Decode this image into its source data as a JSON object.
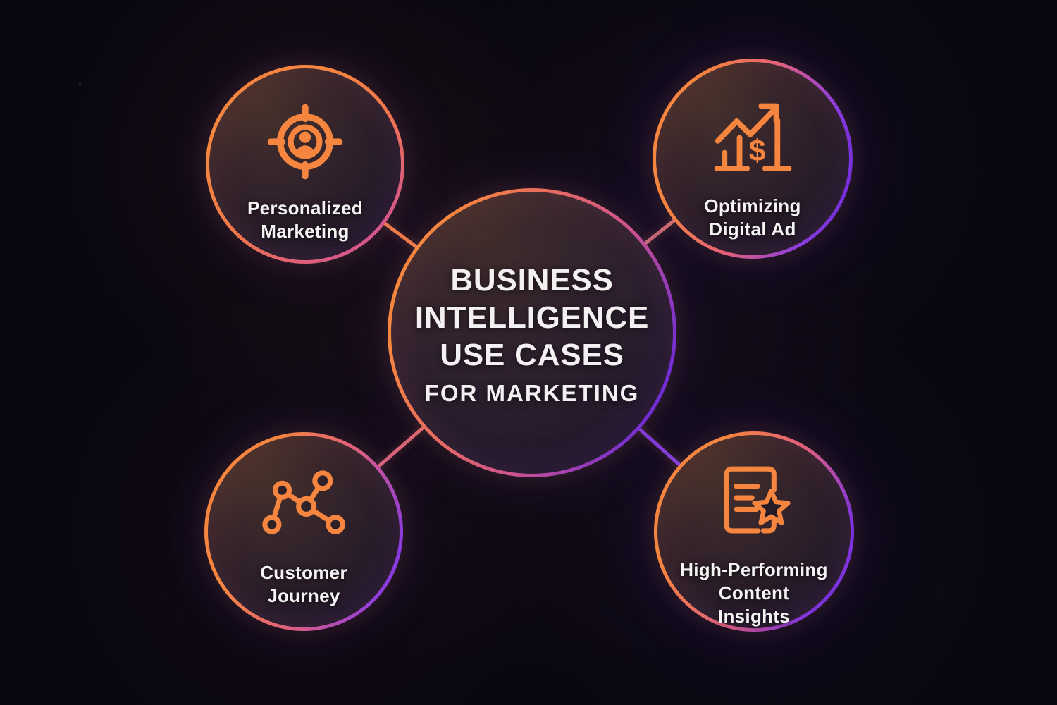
{
  "meta": {
    "kind": "mind-map-infographic"
  },
  "palette": {
    "background": "#0a0711",
    "accent_orange": "#f6853f",
    "accent_pink": "#dd5c82",
    "accent_purple": "#7b3ae8",
    "text": "#f3eff2"
  },
  "center": {
    "title_lines": [
      "BUSINESS",
      "INTELLIGENCE",
      "USE CASES"
    ],
    "subtitle": "FOR MARKETING"
  },
  "nodes": [
    {
      "id": "personalized-marketing",
      "label_lines": [
        "Personalized",
        "Marketing"
      ],
      "icon": "target-user-icon"
    },
    {
      "id": "optimizing-digital-ad",
      "label_lines": [
        "Optimizing",
        "Digital Ad"
      ],
      "icon": "chart-dollar-icon",
      "icon_glyph": "$"
    },
    {
      "id": "customer-journey",
      "label_lines": [
        "Customer",
        "Journey"
      ],
      "icon": "journey-path-icon"
    },
    {
      "id": "high-performing-content-insights",
      "label_lines": [
        "High-Performing",
        "Content",
        "Insights"
      ],
      "icon": "document-star-icon"
    }
  ]
}
